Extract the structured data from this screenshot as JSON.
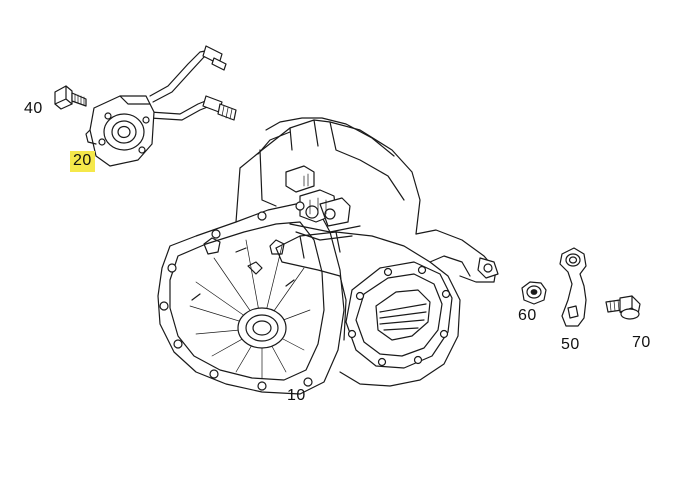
{
  "diagram": {
    "parts": [
      {
        "id": "transmission",
        "label": "10"
      },
      {
        "id": "slave-cylinder",
        "label": "20",
        "highlighted": true
      },
      {
        "id": "bolt-left",
        "label": "40"
      },
      {
        "id": "nut",
        "label": "60"
      },
      {
        "id": "bracket",
        "label": "50"
      },
      {
        "id": "bolt-right",
        "label": "70"
      }
    ],
    "highlight_color": "#f5e84a",
    "line_color": "#1a1a1a"
  }
}
